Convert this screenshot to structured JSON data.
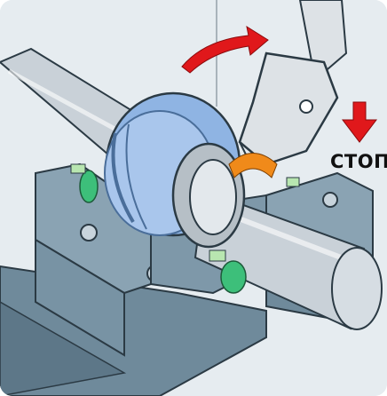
{
  "illustration": {
    "label_stop": "СТОП",
    "icons": [
      "rotation-arrow-icon",
      "downward-push-icon",
      "wrench-icon",
      "shaft",
      "bearing",
      "housing",
      "seal",
      "orange-arc-indicator"
    ],
    "colors": {
      "background": "#e3e9ee",
      "housing": "#7a95a6",
      "housing_dark": "#4f6b7d",
      "bearing_blue": "#8fb4e3",
      "bearing_dark": "#4a6e9a",
      "shaft": "#c7cfd6",
      "wrench": "#dde2e6",
      "arrow_red": "#e0181b",
      "arc_orange": "#f08a1a",
      "seal_green": "#3dbf7a"
    }
  }
}
